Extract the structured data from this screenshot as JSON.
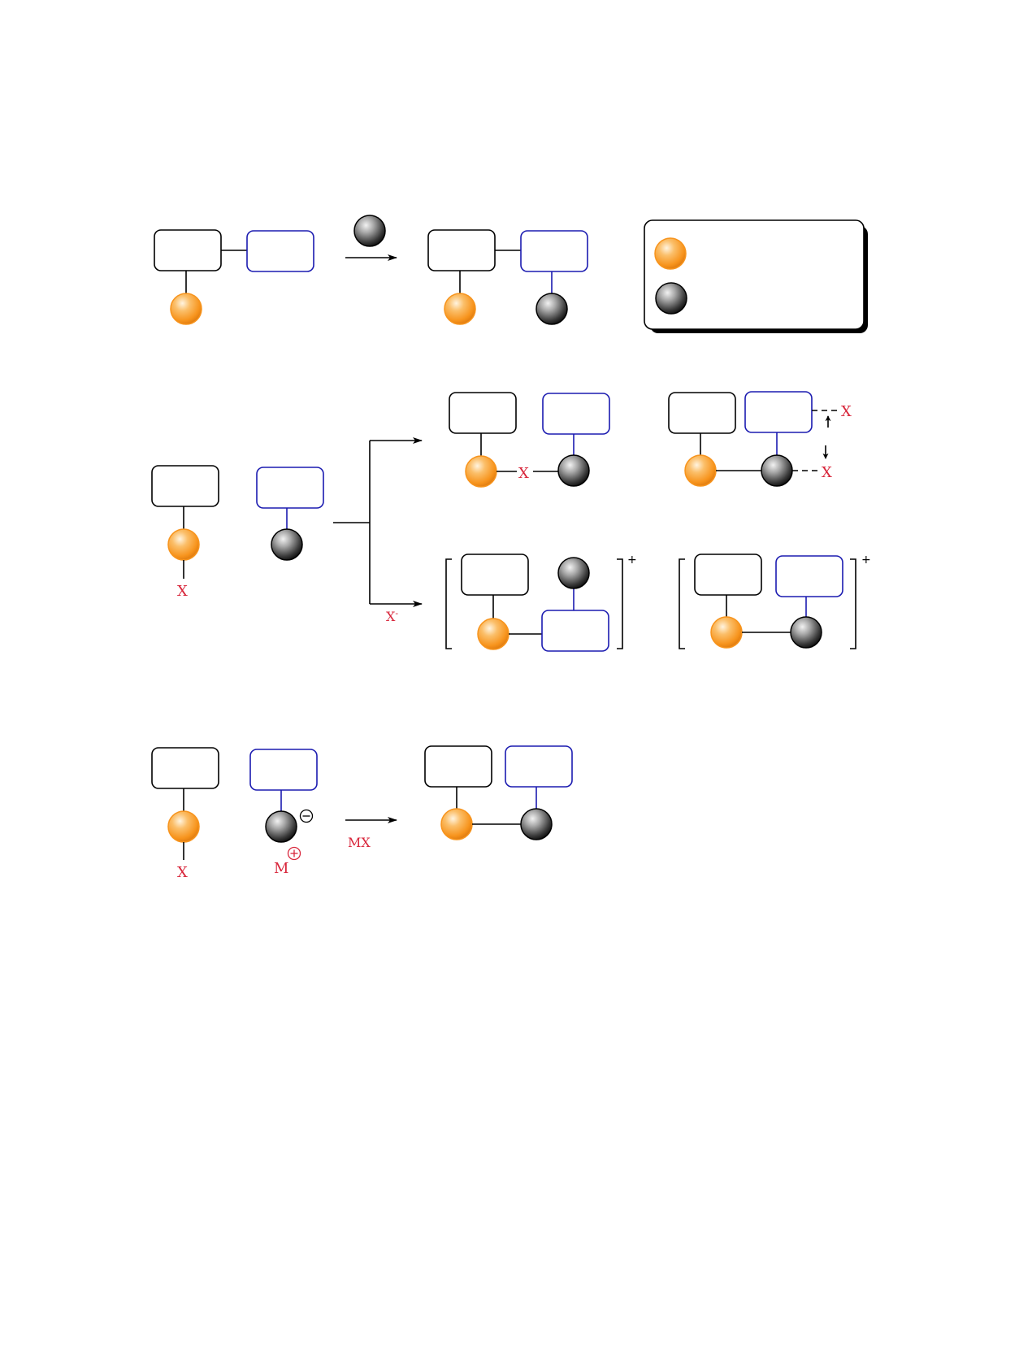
{
  "leaving_group": "X",
  "anion_label": "X",
  "anion_sup": "-",
  "cation_sup": "+",
  "metal_label": "M",
  "salt_byproduct": "MX",
  "colors": {
    "orange_atom": "#f7941d",
    "gray_atom": "#555555",
    "box_black": "#000000",
    "box_blue": "#1b1bb0",
    "label_red": "#d8263b"
  },
  "icons": {
    "orange_atom": "orange-sphere-icon",
    "gray_atom": "gray-sphere-icon",
    "charge_minus": "circled-minus-icon",
    "charge_plus": "circled-plus-icon"
  }
}
